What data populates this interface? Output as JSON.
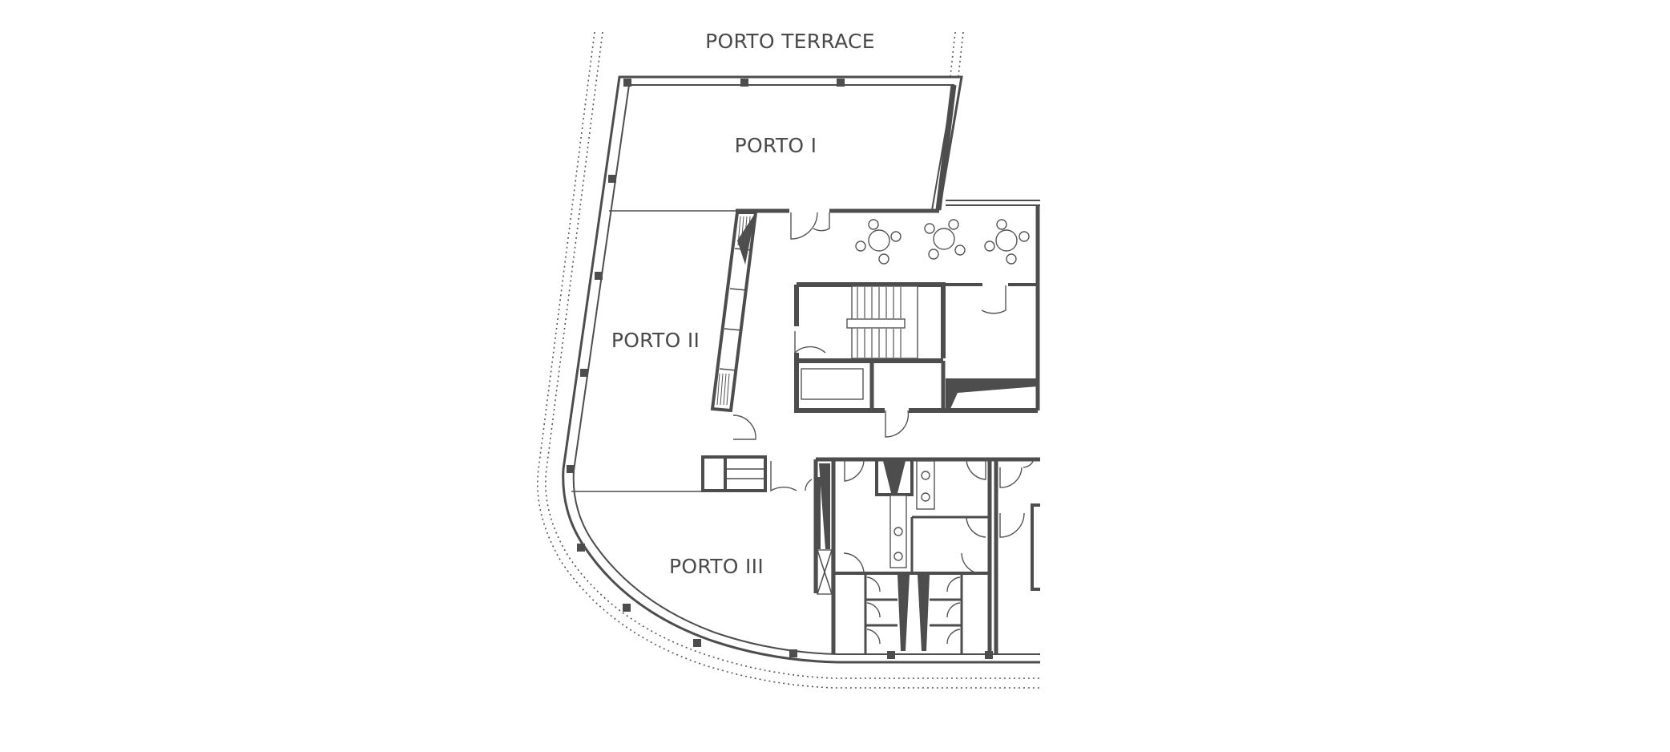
{
  "plan": {
    "rooms": [
      {
        "id": "terrace",
        "label": "PORTO TERRACE"
      },
      {
        "id": "porto1",
        "label": "PORTO I"
      },
      {
        "id": "porto2",
        "label": "PORTO II"
      },
      {
        "id": "porto3",
        "label": "PORTO III"
      }
    ],
    "colors": {
      "wall": "#4d4d4d",
      "background": "#ffffff",
      "label": "#4a4a4a"
    }
  }
}
